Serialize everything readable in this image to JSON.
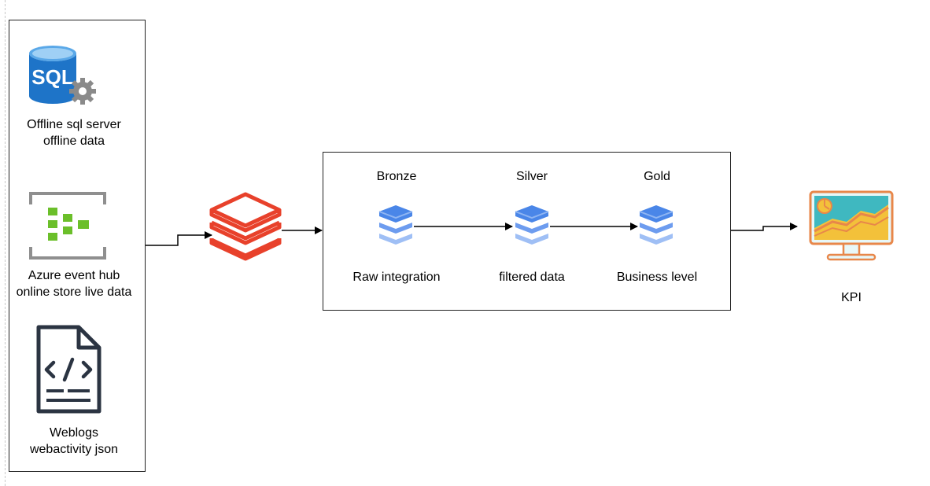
{
  "sources": [
    {
      "line1": "Offline sql server",
      "line2": "offline data",
      "icon": "sql-database-icon"
    },
    {
      "line1": "Azure event hub",
      "line2": "online store live data",
      "icon": "event-hub-icon"
    },
    {
      "line1": "Weblogs",
      "line2": "webactivity json",
      "icon": "code-file-icon"
    }
  ],
  "processor": {
    "icon": "databricks-icon"
  },
  "pipeline": {
    "stages": [
      {
        "title": "Bronze",
        "caption": "Raw integration",
        "icon": "layers-stack-icon"
      },
      {
        "title": "Silver",
        "caption": "filtered data",
        "icon": "layers-stack-icon"
      },
      {
        "title": "Gold",
        "caption": "Business level",
        "icon": "layers-stack-icon"
      }
    ]
  },
  "output": {
    "label": "KPI",
    "icon": "dashboard-monitor-icon"
  },
  "colors": {
    "sql_blue": "#1e74c8",
    "event_hub_green": "#6bbf2a",
    "databricks_red": "#e8412b",
    "layer_blue": "#4a86e8",
    "monitor_teal": "#3fb8c0",
    "monitor_orange": "#e8874a"
  }
}
